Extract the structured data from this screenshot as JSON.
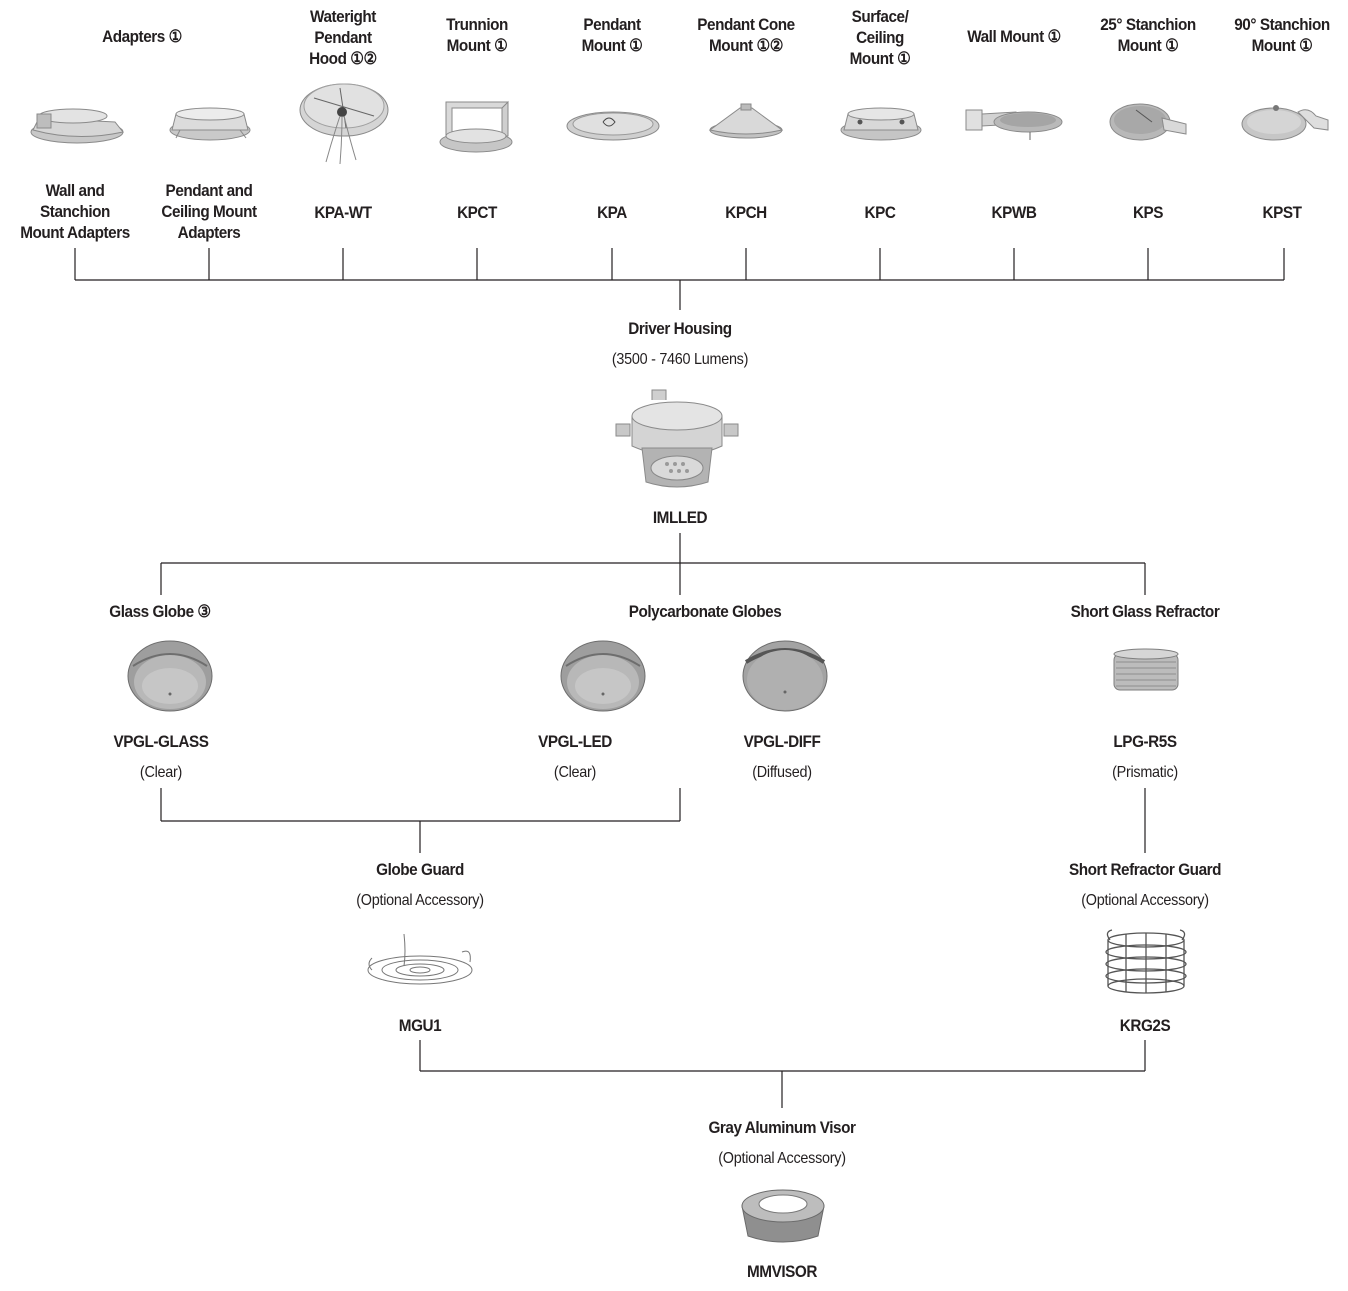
{
  "mounts": [
    {
      "title": "Adapters ①",
      "code": "Wall and\nStanchion\nMount Adapters",
      "icon": "wall-stanchion-adapter-image"
    },
    {
      "title": "",
      "code": "Pendant and\nCeiling Mount\nAdapters",
      "icon": "pendant-ceiling-adapter-image"
    },
    {
      "title": "Wateright\nPendant\nHood ①②",
      "code": "KPA-WT",
      "icon": "pendant-hood-image"
    },
    {
      "title": "Trunnion\nMount ①",
      "code": "KPCT",
      "icon": "trunnion-mount-image"
    },
    {
      "title": "Pendant\nMount ①",
      "code": "KPA",
      "icon": "pendant-mount-image"
    },
    {
      "title": "Pendant Cone\nMount ①②",
      "code": "KPCH",
      "icon": "pendant-cone-image"
    },
    {
      "title": "Surface/\nCeiling\nMount ①",
      "code": "KPC",
      "icon": "ceiling-mount-image"
    },
    {
      "title": "Wall Mount ①",
      "code": "KPWB",
      "icon": "wall-mount-image"
    },
    {
      "title": "25° Stanchion\nMount ①",
      "code": "KPS",
      "icon": "stanchion-25-image"
    },
    {
      "title": "90° Stanchion\nMount ①",
      "code": "KPST",
      "icon": "stanchion-90-image"
    }
  ],
  "housing": {
    "title": "Driver Housing",
    "subtitle": "(3500 - 7460 Lumens)",
    "code": "IMLLED",
    "icon": "driver-housing-image"
  },
  "globes": {
    "glass_title": "Glass Globe ③",
    "poly_title": "Polycarbonate Globes",
    "refractor_title": "Short Glass Refractor",
    "items": [
      {
        "code": "VPGL-GLASS",
        "note": "(Clear)",
        "icon": "clear-glass-globe-image"
      },
      {
        "code": "VPGL-LED",
        "note": "(Clear)",
        "icon": "clear-poly-globe-image"
      },
      {
        "code": "VPGL-DIFF",
        "note": "(Diffused)",
        "icon": "diffused-poly-globe-image"
      },
      {
        "code": "LPG-R5S",
        "note": "(Prismatic)",
        "icon": "prismatic-refractor-image"
      }
    ]
  },
  "guards": [
    {
      "title": "Globe Guard",
      "note": "(Optional Accessory)",
      "code": "MGU1",
      "icon": "globe-guard-image"
    },
    {
      "title": "Short Refractor Guard",
      "note": "(Optional Accessory)",
      "code": "KRG2S",
      "icon": "refractor-guard-image"
    }
  ],
  "visor": {
    "title": "Gray Aluminum Visor",
    "note": "(Optional Accessory)",
    "code": "MMVISOR",
    "icon": "aluminum-visor-image"
  },
  "colors": {
    "line": "#231f20",
    "part_light": "#d9d9d9",
    "part_mid": "#b5b5b5",
    "part_dark": "#8a8a8a"
  }
}
